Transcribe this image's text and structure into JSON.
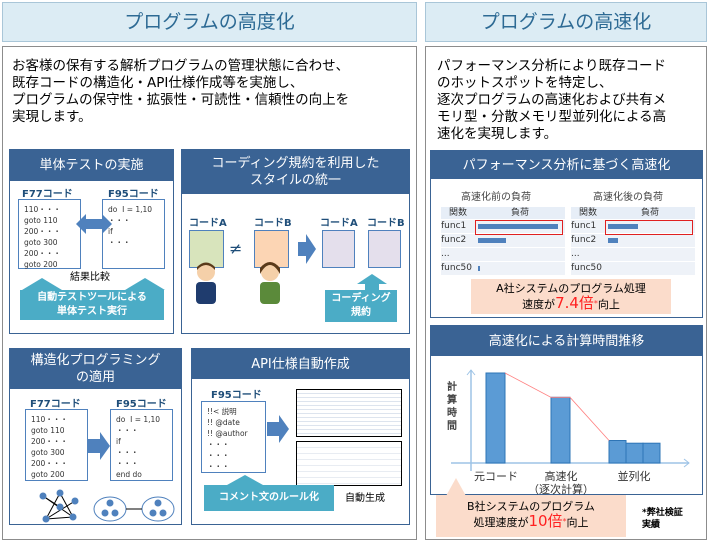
{
  "left": {
    "title": "プログラムの高度化",
    "intro": [
      "お客様の保有する解析プログラムの管理状態に合わせ、",
      "既存コードの構造化・API仕様作成等を実施し、",
      "プログラムの保守性・拡張性・可読性・信頼性の向上を",
      "実現します。"
    ],
    "unit_test": {
      "title": "単体テストの実施",
      "f77_label": "F77コード",
      "f95_label": "F95コード",
      "f77_code": "110・・・\ngoto 110\n200・・・\ngoto 300\n200・・・\ngoto 200",
      "f95_code": "do  I = 1,10\n・・・\nif\n・・・",
      "compare": "結果比較",
      "tool": [
        "自動テストツールによる",
        "単体テスト実行"
      ]
    },
    "coding": {
      "title": [
        "コーディング規約を利用した",
        "スタイルの統一"
      ],
      "code_a": "コードA",
      "code_b": "コードB",
      "rule": [
        "コーディング",
        "規約"
      ]
    },
    "structured": {
      "title": [
        "構造化プログラミング",
        "の適用"
      ],
      "f77_label": "F77コード",
      "f95_label": "F95コード",
      "f77_code": "110・・・\ngoto 110\n200・・・\ngoto 300\n200・・・\ngoto 200",
      "f95_code": "do  I = 1,10\n・・・\nif\n・・・\n・・・\nend do"
    },
    "api": {
      "title": "API仕様自動作成",
      "f95_label": "F95コード",
      "code": "!!< 説明\n!! @date\n!! @author\n・・・\n・・・\n・・・",
      "auto": "自動生成",
      "rule": "コメント文のルール化"
    }
  },
  "right": {
    "title": "プログラムの高速化",
    "intro": [
      "パフォーマンス分析により既存コード",
      "のホットスポットを特定し、",
      "逐次プログラムの高速化および共有メ",
      "モリ型・分散メモリ型並列化による高",
      "速化を実現します。"
    ],
    "perf": {
      "title": "パフォーマンス分析に基づく高速化",
      "before": "高速化前の負荷",
      "after": "高速化後の負荷",
      "col_func": "関数",
      "col_load": "負荷",
      "rows": [
        "func1",
        "func2",
        "...",
        "func50"
      ],
      "before_load": [
        100,
        35,
        0,
        3
      ],
      "after_load": [
        38,
        12,
        0,
        0
      ],
      "callout_1": "A社システムのプログラム処理",
      "callout_2a": "速度が",
      "callout_value": "7.4倍",
      "callout_star": "*",
      "callout_2b": "向上"
    },
    "trend": {
      "title": "高速化による計算時間推移",
      "callout_1": "B社システムのプログラム",
      "callout_2a": "処理速度が",
      "callout_value": "10倍",
      "callout_star": "*",
      "callout_2b": "向上",
      "footnote": [
        "*弊社検証",
        "実績"
      ]
    }
  },
  "chart_data": {
    "type": "bar",
    "title": "高速化による計算時間推移",
    "ylabel": "計算時間",
    "categories": [
      "元コード",
      "高速化（逐次計算）",
      "並列化"
    ],
    "category_labels": [
      [
        "元コード"
      ],
      [
        "高速化",
        "（逐次計算）"
      ],
      [
        "並列化"
      ]
    ],
    "values": [
      [
        100
      ],
      [
        73
      ],
      [
        25,
        22,
        22
      ]
    ]
  }
}
